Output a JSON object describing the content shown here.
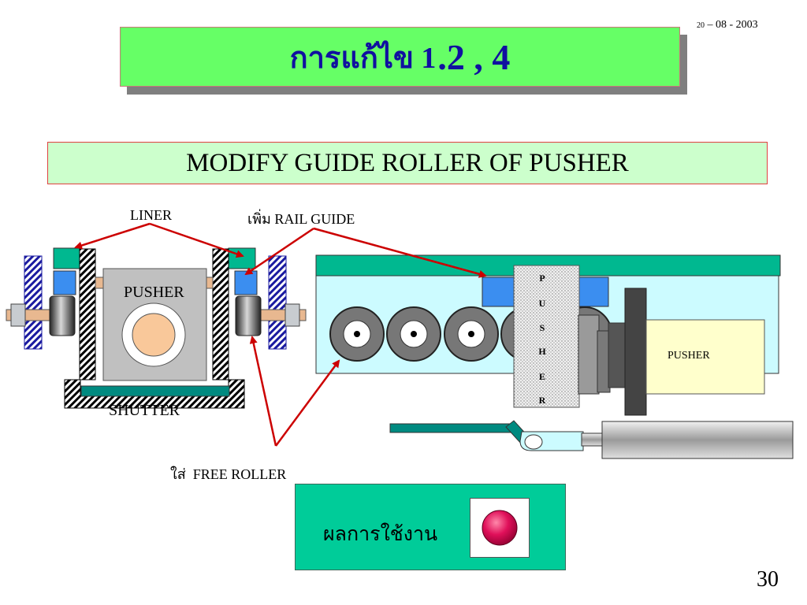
{
  "date": {
    "day": "20",
    "rest": " – 08 - 2003"
  },
  "title": {
    "part1": "การแก้ไข 1",
    "part2": ".2 , 4"
  },
  "subtitle": "MODIFY GUIDE ROLLER OF PUSHER",
  "labels": {
    "liner": "LINER",
    "rail_guide": "เพิ่ม RAIL GUIDE",
    "pusher_left": "PUSHER",
    "shutter": "SHUTTER",
    "free_roller": "ใส่  FREE ROLLER",
    "pusher_right": "PUSHER",
    "pusher_vertical": [
      "P",
      "U",
      "S",
      "H",
      "E",
      "R"
    ]
  },
  "result": {
    "label": "ผลการใช้งาน",
    "indicator_color": "#e0105a"
  },
  "page_number": "30",
  "colors": {
    "title_bg": "#66ff66",
    "subtitle_bg": "#ccffcc",
    "result_bg": "#00cc99",
    "arrow": "#cc0000"
  }
}
